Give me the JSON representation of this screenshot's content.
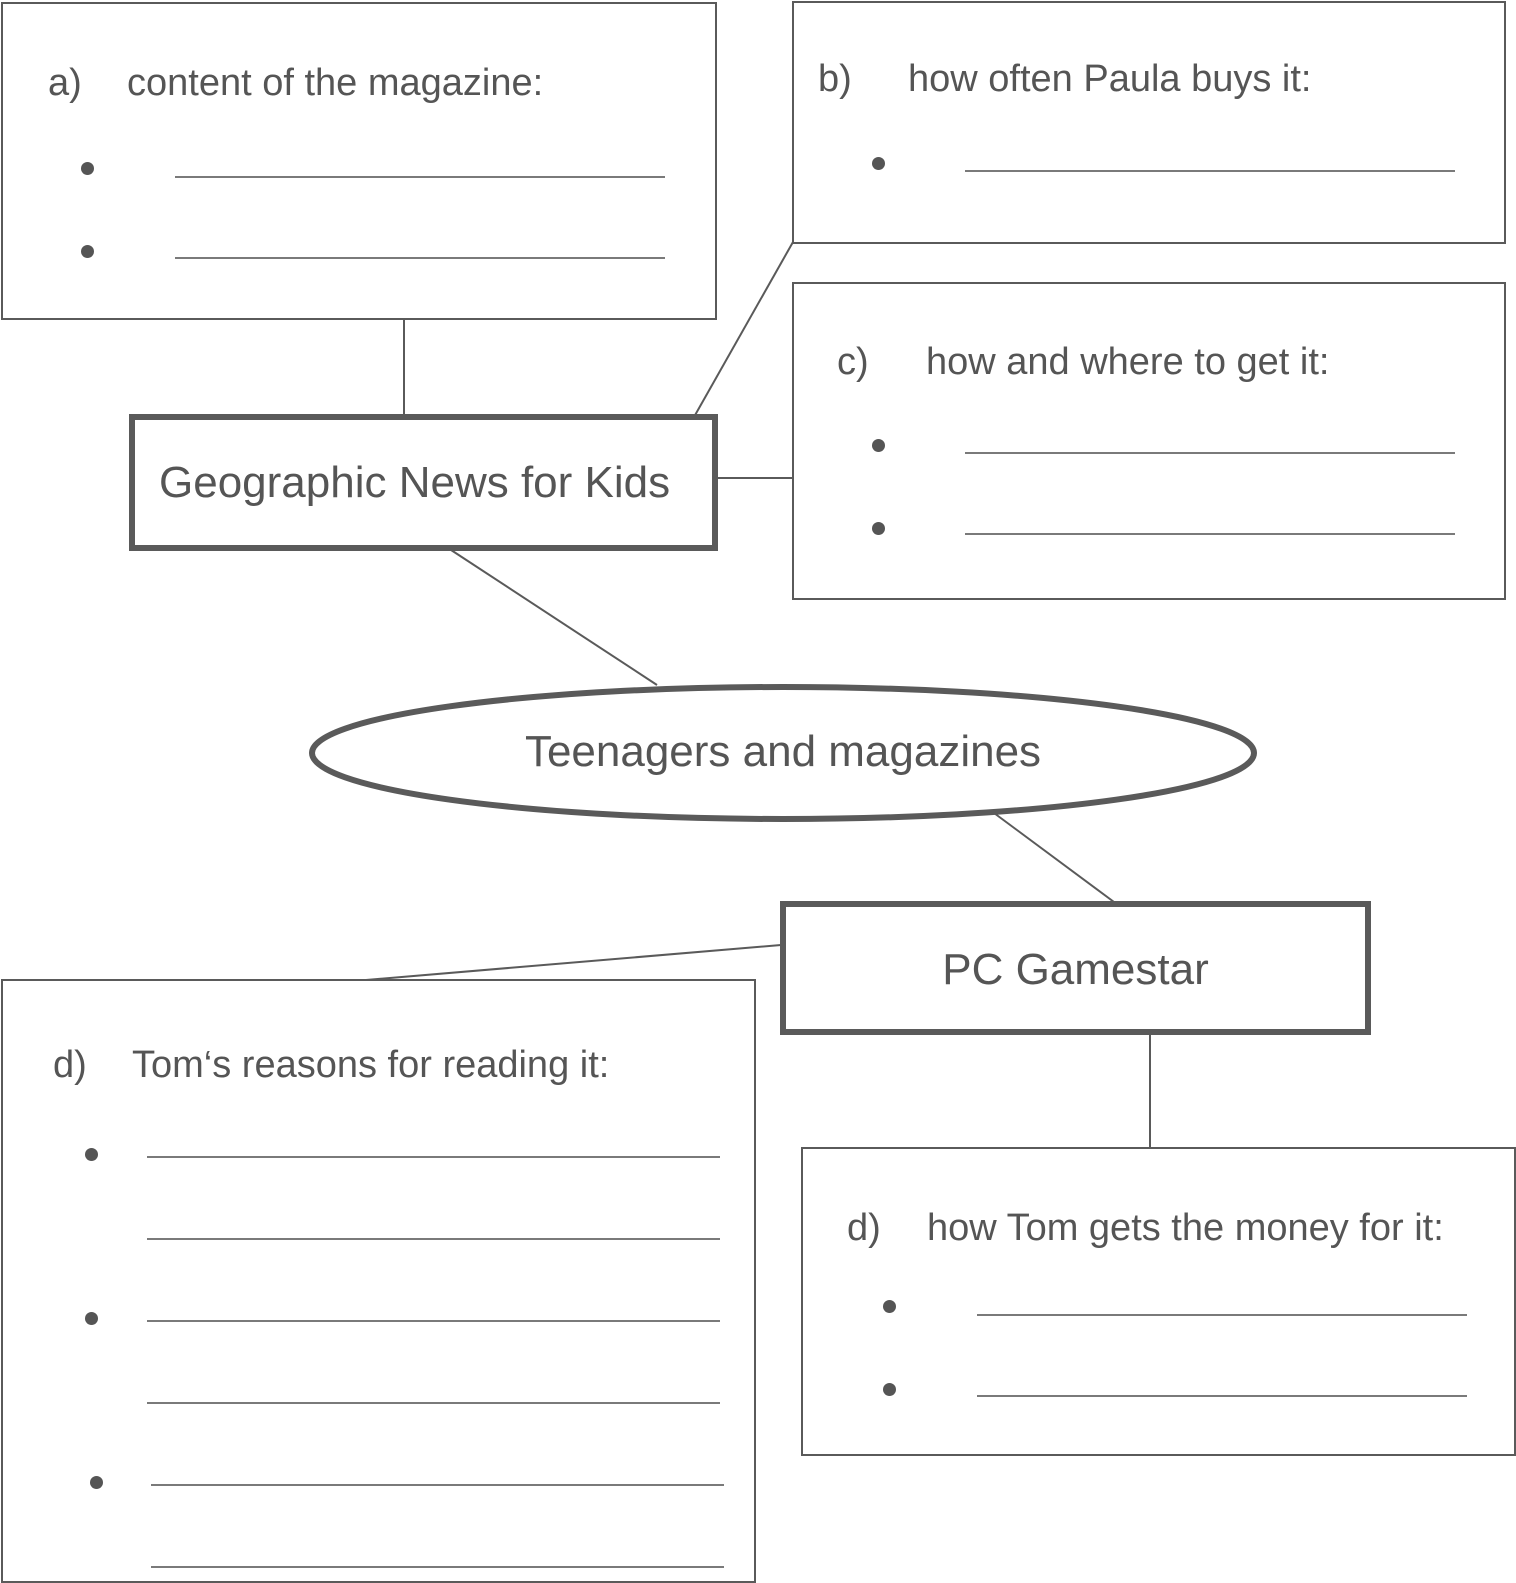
{
  "center": {
    "label": "Teenagers and magazines"
  },
  "magazines": [
    {
      "label": "Geographic News for Kids"
    },
    {
      "label": "PC Gamestar"
    }
  ],
  "questions": [
    {
      "letter": "a)",
      "text": "content of the magazine:"
    },
    {
      "letter": "b)",
      "text": "how often Paula buys it:"
    },
    {
      "letter": "c)",
      "text": "how and where to get it:"
    },
    {
      "letter": "d)",
      "text": "Tom‘s reasons for reading it:"
    },
    {
      "letter": "d)",
      "text": "how Tom gets the money for it:"
    }
  ],
  "colors": {
    "stroke": "#5a5a5a",
    "text": "#555555",
    "rule": "#7a7a7a"
  }
}
